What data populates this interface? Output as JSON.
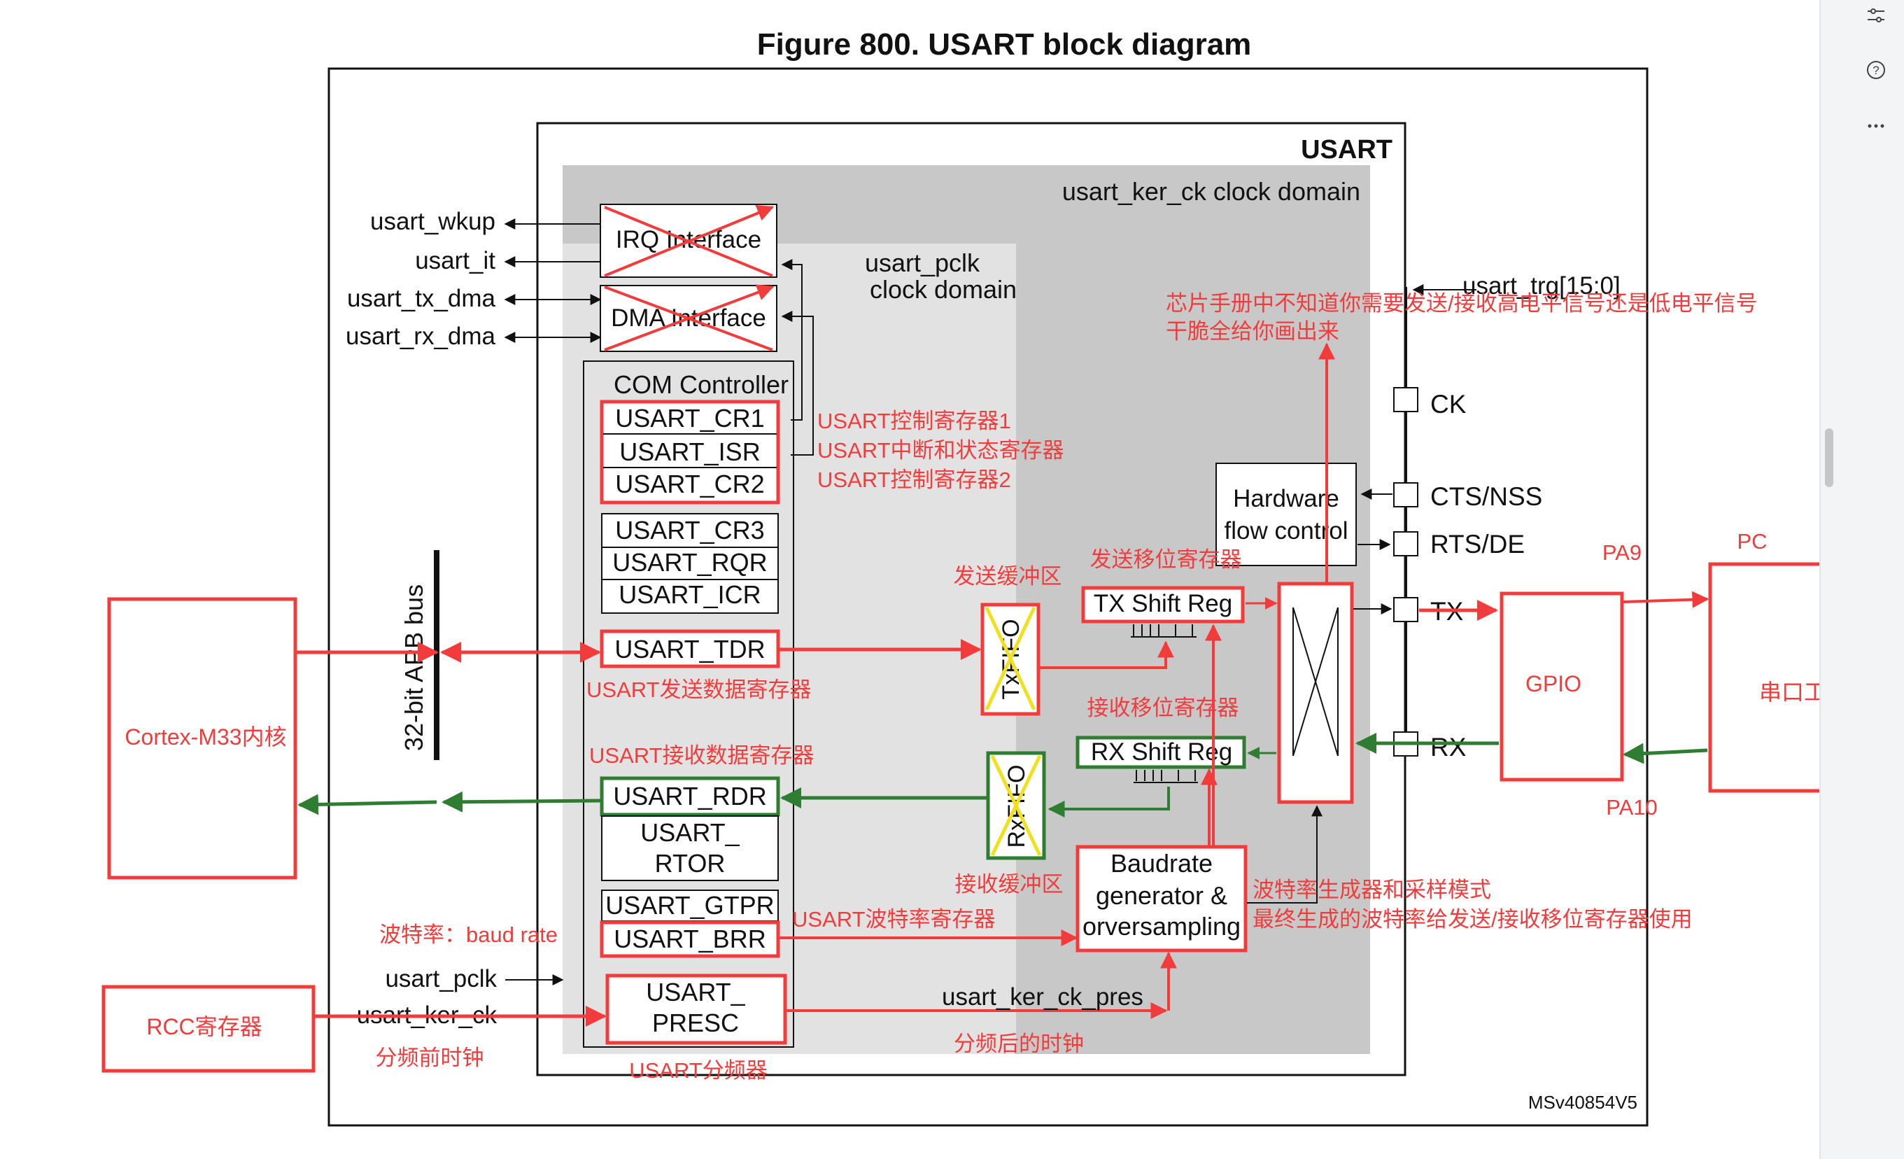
{
  "figure": {
    "title": "Figure 800. USART block diagram",
    "id_code": "MSv40854V5"
  },
  "blocks": {
    "usart": "USART",
    "ker_domain": "usart_ker_ck  clock domain",
    "pclk_domain_1": "usart_pclk",
    "pclk_domain_2": "clock domain",
    "irq": "IRQ Interface",
    "dma": "DMA Interface",
    "com": "COM Controller",
    "hw_flow_1": "Hardware",
    "hw_flow_2": "flow control",
    "tx_shift": "TX Shift Reg",
    "rx_shift": "RX Shift Reg",
    "txfifo": "TxFIFO",
    "rxfifo": "RxFIFO",
    "baud_1": "Baudrate",
    "baud_2": "generator &",
    "baud_3": "orversampling",
    "apb_bus": "32-bit APB bus",
    "gpio": "GPIO",
    "cortex": "Cortex-M33内核",
    "rcc": "RCC寄存器",
    "serial_tool": "串口工具"
  },
  "registers": {
    "cr1": "USART_CR1",
    "isr": "USART_ISR",
    "cr2": "USART_CR2",
    "cr3": "USART_CR3",
    "rqr": "USART_RQR",
    "icr": "USART_ICR",
    "tdr": "USART_TDR",
    "rdr": "USART_RDR",
    "rtor_1": "USART_",
    "rtor_2": "RTOR",
    "gtpr": "USART_GTPR",
    "brr": "USART_BRR",
    "presc_1": "USART_",
    "presc_2": "PRESC"
  },
  "signals": {
    "wkup": "usart_wkup",
    "it": "usart_it",
    "tx_dma": "usart_tx_dma",
    "rx_dma": "usart_rx_dma",
    "pclk": "usart_pclk",
    "ker_ck": "usart_ker_ck",
    "ker_ck_pres": "usart_ker_ck_pres",
    "trg": "usart_trg[15:0]"
  },
  "pins": {
    "ck": "CK",
    "cts": "CTS/NSS",
    "rts": "RTS/DE",
    "tx": "TX",
    "rx": "RX"
  },
  "annotations": {
    "cr1": "USART控制寄存器1",
    "isr": "USART中断和状态寄存器",
    "cr2": "USART控制寄存器2",
    "tdr": "USART发送数据寄存器",
    "rdr": "USART接收数据寄存器",
    "baud_rate": "波特率：baud rate",
    "brr": "USART波特率寄存器",
    "presc": "USART分频器",
    "before_div": "分频前时钟",
    "after_div": "分频后的时钟",
    "tx_buffer": "发送缓冲区",
    "rx_buffer": "接收缓冲区",
    "tx_shift": "发送移位寄存器",
    "rx_shift": "接收移位寄存器",
    "baud_gen_1": "波特率生成器和采样模式",
    "baud_gen_2": "最终生成的波特率给发送/接收移位寄存器使用",
    "level_1": "芯片手册中不知道你需要发送/接收高电平信号还是低电平信号",
    "level_2": "干脆全给你画出来",
    "pa9": "PA9",
    "pa10": "PA10",
    "pc": "PC"
  },
  "sidebar": {
    "icons": [
      "sliders-icon",
      "help-icon",
      "more-icon"
    ]
  },
  "colors": {
    "red": "#f23c3c",
    "green": "#2e7d32",
    "gray_outer": "#c8c8c8",
    "gray_inner": "#e2e2e2",
    "yellow": "#f0e020"
  }
}
